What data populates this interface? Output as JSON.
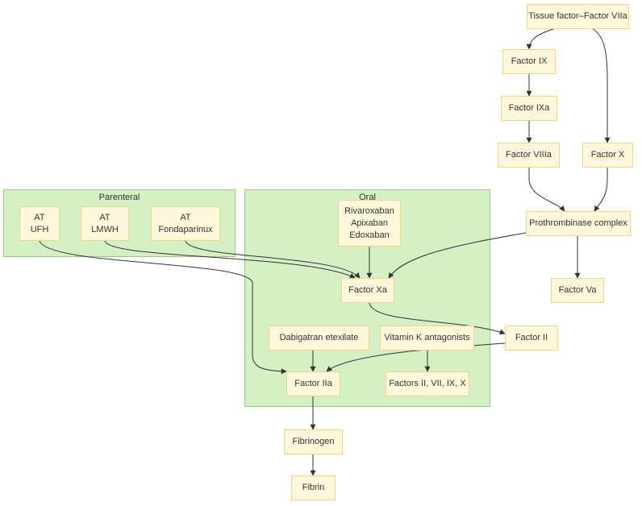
{
  "clusters": {
    "parenteral": "Parenteral",
    "oral": "Oral"
  },
  "nodes": {
    "tf_vii": [
      "Tissue factor–Factor VIIa"
    ],
    "ix": [
      "Factor IX"
    ],
    "ixa": [
      "Factor IXa"
    ],
    "viiia": [
      "Factor VIIIa"
    ],
    "x": [
      "Factor X"
    ],
    "prothrombinase": [
      "Prothrombinase complex"
    ],
    "va": [
      "Factor Va"
    ],
    "at_ufh": [
      "AT",
      "UFH"
    ],
    "at_lmwh": [
      "AT",
      "LMWH"
    ],
    "at_fonda": [
      "AT",
      "Fondaparinux"
    ],
    "xabans": [
      "Rivaroxaban",
      "Apixaban",
      "Edoxaban"
    ],
    "xa": [
      "Factor Xa"
    ],
    "dabigatran": [
      "Dabigatran etexilate"
    ],
    "vka": [
      "Vitamin K antagonists"
    ],
    "ii": [
      "Factor II"
    ],
    "iia": [
      "Factor IIa"
    ],
    "vk_factors": [
      "Factors II, VII, IX, X"
    ],
    "fibrinogen": [
      "Fibrinogen"
    ],
    "fibrin": [
      "Fibrin"
    ]
  },
  "edges": [
    [
      "tf_vii",
      "ix"
    ],
    [
      "tf_vii",
      "x"
    ],
    [
      "ix",
      "ixa"
    ],
    [
      "ixa",
      "viiia"
    ],
    [
      "viiia",
      "prothrombinase"
    ],
    [
      "x",
      "prothrombinase"
    ],
    [
      "prothrombinase",
      "xa"
    ],
    [
      "prothrombinase",
      "va"
    ],
    [
      "at_ufh",
      "iia"
    ],
    [
      "at_lmwh",
      "xa"
    ],
    [
      "at_fonda",
      "xa"
    ],
    [
      "xabans",
      "xa"
    ],
    [
      "xa",
      "ii"
    ],
    [
      "dabigatran",
      "iia"
    ],
    [
      "vka",
      "vk_factors"
    ],
    [
      "ii",
      "iia"
    ],
    [
      "iia",
      "fibrinogen"
    ],
    [
      "fibrinogen",
      "fibrin"
    ]
  ],
  "colors": {
    "node_fill": "#fff7dc",
    "node_border": "#efd68a",
    "cluster_fill": "#d6f0c6",
    "cluster_border": "#97c98a",
    "edge": "#333333"
  }
}
